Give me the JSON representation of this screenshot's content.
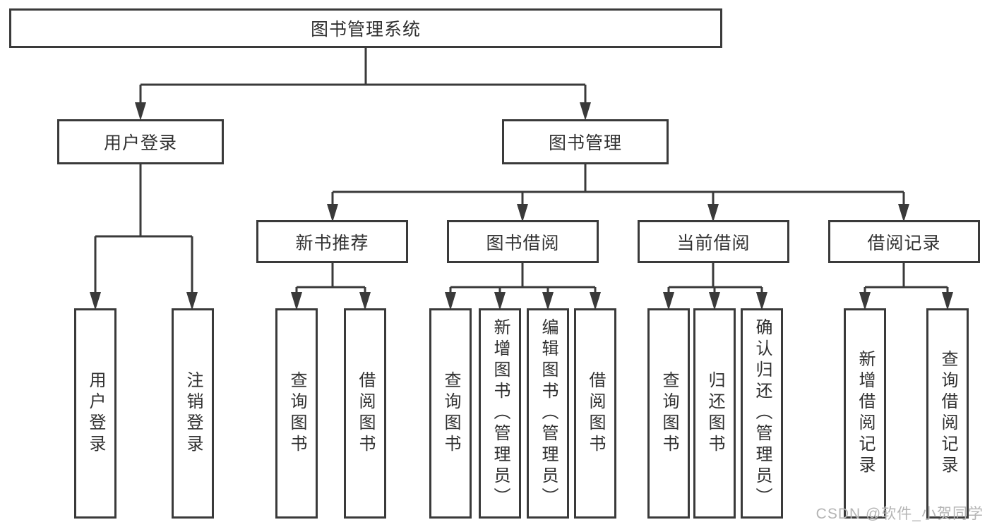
{
  "diagram": {
    "title": "图书管理系统",
    "branches": [
      {
        "label": "用户登录",
        "leaves": [
          "用户登录",
          "注销登录"
        ]
      },
      {
        "label": "图书管理",
        "sections": [
          {
            "label": "新书推荐",
            "leaves": [
              "查询图书",
              "借阅图书"
            ]
          },
          {
            "label": "图书借阅",
            "leaves": [
              "查询图书",
              "新增图书（管理员）",
              "编辑图书（管理员）",
              "借阅图书"
            ]
          },
          {
            "label": "当前借阅",
            "leaves": [
              "查询图书",
              "归还图书",
              "确认归还（管理员）"
            ]
          },
          {
            "label": "借阅记录",
            "leaves": [
              "新增借阅记录",
              "查询借阅记录"
            ]
          }
        ]
      }
    ]
  },
  "watermark": {
    "text": "CSDN @软件_小贺同学"
  },
  "colors": {
    "line": "#3a3a3a",
    "text": "#303030",
    "watermark": "#b4b4b4",
    "background": "#ffffff"
  }
}
